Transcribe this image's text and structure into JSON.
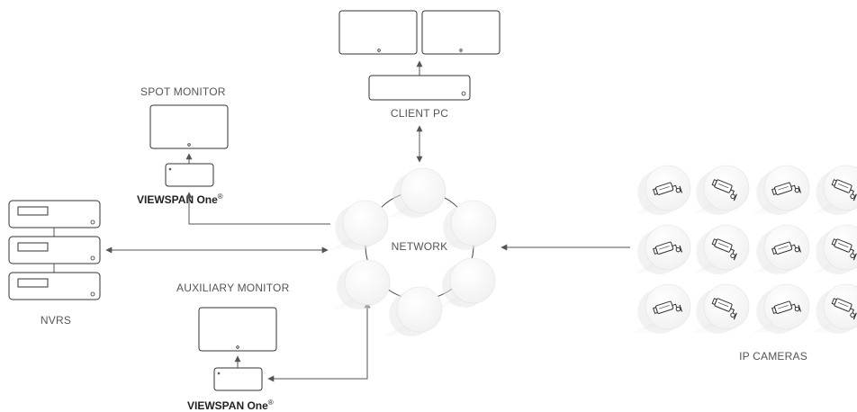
{
  "labels": {
    "spot_monitor": "SPOT MONITOR",
    "client_pc": "CLIENT PC",
    "auxiliary_monitor": "AUXILIARY MONITOR",
    "network": "NETWORK",
    "nvrs": "NVRS",
    "ip_cameras": "IP CAMERAS",
    "viewspan": "VIEWSPAN One",
    "registered_mark": "®"
  },
  "icons": {
    "camera": "cctv-camera-icon",
    "monitor": "monitor-icon",
    "nvr": "nvr-icon",
    "network": "network-ring-icon"
  },
  "colors": {
    "stroke": "#333333",
    "connector": "#555555",
    "label": "#555555",
    "bubble_fill": "#ffffff",
    "shadow": "#e6e6e6"
  }
}
